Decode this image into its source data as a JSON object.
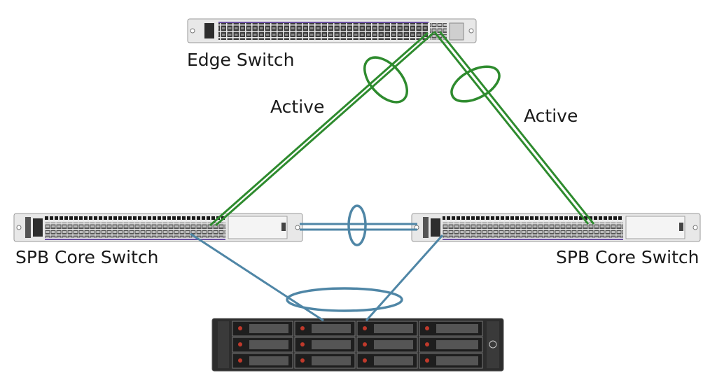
{
  "labels": {
    "edge_switch": "Edge Switch",
    "active_left": "Active",
    "active_right": "Active",
    "core_left": "SPB Core Switch",
    "core_right": "SPB Core Switch"
  },
  "colors": {
    "green_link": "#2e8b2e",
    "blue_link": "#4f86a6",
    "chassis": "#e8e8e8",
    "chassis_edge": "#9a9a9a",
    "port": "#3a3a3a",
    "accent_purple": "#6a4fa3",
    "server_dark": "#2d2d2d"
  }
}
